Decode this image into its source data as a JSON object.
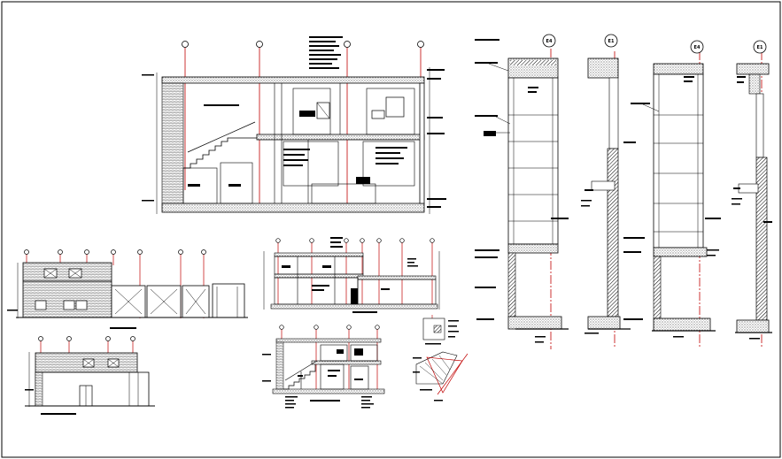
{
  "drawing": {
    "type": "architectural-cad-sheet",
    "views": [
      "main-section",
      "front-elevation",
      "side-elevation",
      "section-b",
      "section-c",
      "wall-detail",
      "stair-plan-detail",
      "facade-detail-1",
      "facade-detail-2",
      "facade-detail-3",
      "facade-detail-4"
    ],
    "colors": {
      "ink": "#000000",
      "gridline": "#c00000",
      "hatch": "#8a8a8a",
      "brick": "#555555"
    }
  },
  "detail_tags": [
    {
      "id": "tag-1",
      "text": "E4"
    },
    {
      "id": "tag-2",
      "text": "E1"
    },
    {
      "id": "tag-3",
      "text": "E4"
    },
    {
      "id": "tag-4",
      "text": "E1"
    }
  ]
}
